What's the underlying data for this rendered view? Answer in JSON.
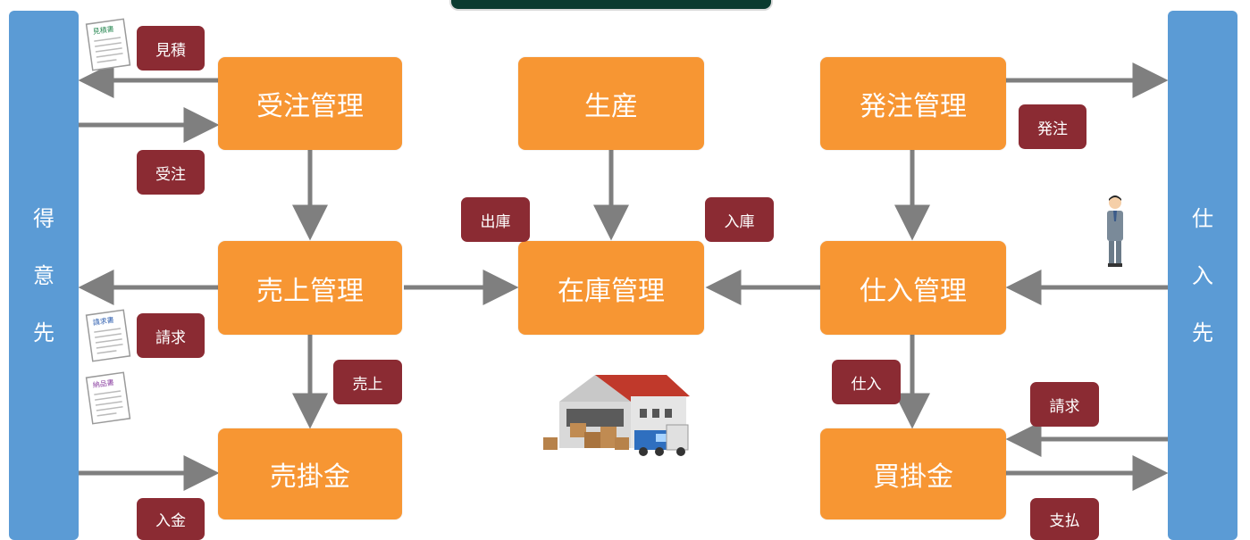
{
  "entities": {
    "customer": [
      "得",
      "意",
      "先"
    ],
    "supplier": [
      "仕",
      "入",
      "先"
    ]
  },
  "processes": {
    "order_receiving": "受注管理",
    "production": "生産",
    "purchase_ordering": "発注管理",
    "sales": "売上管理",
    "inventory": "在庫管理",
    "purchasing": "仕入管理",
    "receivables": "売掛金",
    "payables": "買掛金"
  },
  "tags": {
    "estimate": "見積",
    "order_received": "受注",
    "invoice_customer": "請求",
    "sales": "売上",
    "payment_received": "入金",
    "shipping_out": "出庫",
    "stock_in": "入庫",
    "purchase_order": "発注",
    "purchase_in": "仕入",
    "invoice_supplier": "請求",
    "payment_made": "支払"
  },
  "documents": {
    "estimate_doc": "見積書",
    "invoice_doc": "請求書",
    "delivery_doc": "納品書"
  },
  "colors": {
    "process": "#f79633",
    "tag": "#8b2b33",
    "entity": "#5b9bd5",
    "arrow": "#7f7f7f",
    "title_bar": "#0b3b30"
  },
  "icons": {
    "warehouse": "warehouse-truck-icon",
    "person": "businessman-icon"
  }
}
